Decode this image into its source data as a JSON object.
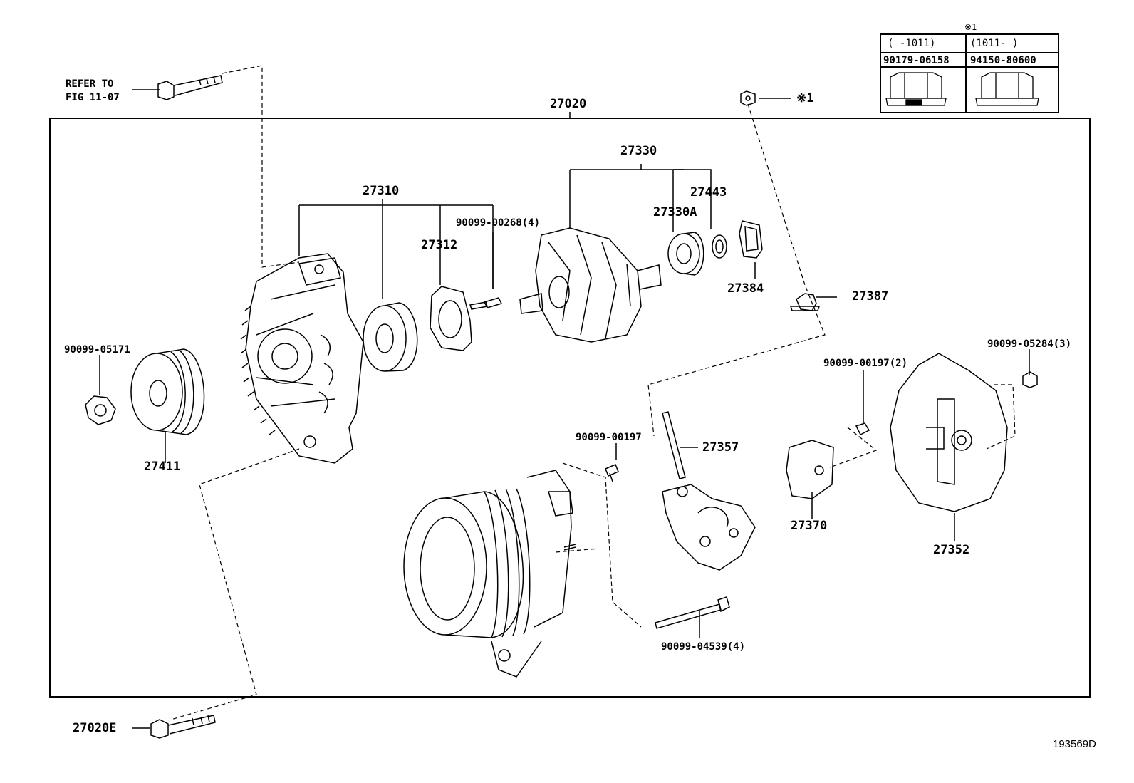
{
  "note_mark": "※1",
  "refer": {
    "line1": "REFER TO",
    "line2": "FIG 11-07"
  },
  "assembly": "27020",
  "parts": {
    "p27330": "27330",
    "p27310": "27310",
    "p27443": "27443",
    "p27330A": "27330A",
    "p27312": "27312",
    "p90099_00268": "90099-00268(4)",
    "p27384": "27384",
    "p27387": "27387",
    "p90099_05171": "90099-05171",
    "p27411": "27411",
    "p90099_00197_2": "90099-00197(2)",
    "p90099_05284": "90099-05284(3)",
    "p90099_00197": "90099-00197",
    "p27357": "27357",
    "p27370": "27370",
    "p27352": "27352",
    "p90099_04539": "90099-04539(4)",
    "p27020E": "27020E"
  },
  "table": {
    "mark": "※1",
    "col1_range": "(    -1011)",
    "col2_range": "(1011-     )",
    "col1_part": "90179-06158",
    "col2_part": "94150-80600"
  },
  "figure_id": "193569D"
}
